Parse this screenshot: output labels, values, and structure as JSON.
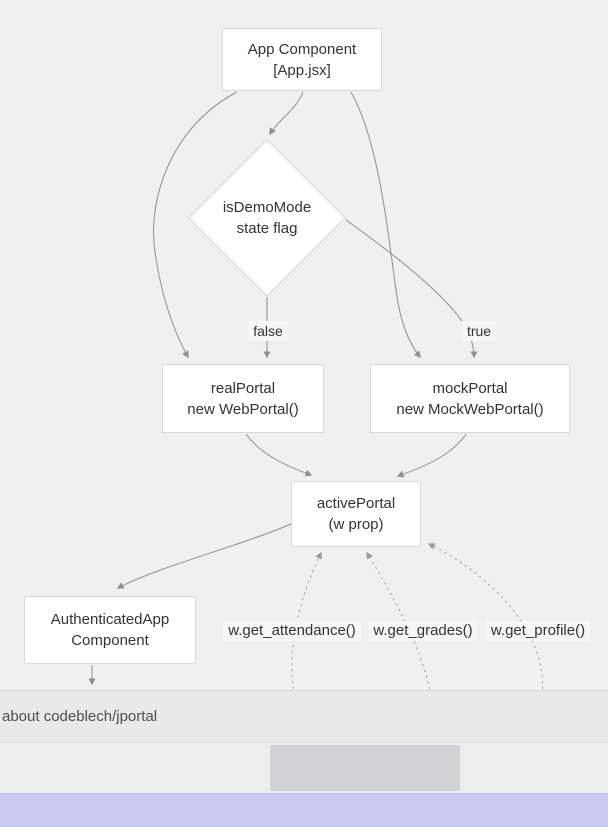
{
  "diagram": {
    "nodes": {
      "app": {
        "line1": "App Component",
        "line2": "[App.jsx]"
      },
      "decision": {
        "line1": "isDemoMode",
        "line2": "state flag"
      },
      "real_portal": {
        "line1": "realPortal",
        "line2": "new WebPortal()"
      },
      "mock_portal": {
        "line1": "mockPortal",
        "line2": "new MockWebPortal()"
      },
      "active_portal": {
        "line1": "activePortal",
        "line2": "(w prop)"
      },
      "authenticated_app": {
        "line1": "AuthenticatedApp",
        "line2": "Component"
      }
    },
    "edge_labels": {
      "false_branch": "false",
      "true_branch": "true",
      "get_attendance": "w.get_attendance()",
      "get_grades": "w.get_grades()",
      "get_profile": "w.get_profile()"
    },
    "colors": {
      "canvas_bg": "#f0f0f1",
      "node_fill": "#ffffff",
      "node_border": "#d8d8d8",
      "edge_stroke": "#8f8f8f",
      "dotted_edge_stroke": "#9a9a9a",
      "text": "#333333",
      "label_bg": "#f6f6f6"
    }
  },
  "overlay": {
    "status_text": "about codeblech/jportal",
    "colors": {
      "band_top": "#e9e9ea",
      "band_bottom": "#ededee",
      "placeholder_box": "#d3d3d5",
      "accent_strip": "#c9c9f2"
    }
  }
}
